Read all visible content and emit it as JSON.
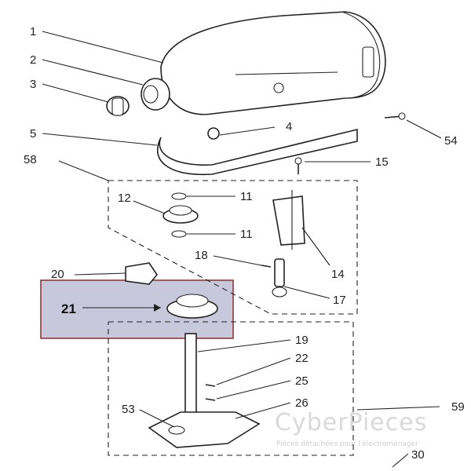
{
  "diagram": {
    "callouts": [
      "1",
      "2",
      "3",
      "4",
      "5",
      "54",
      "15",
      "58",
      "12",
      "11",
      "11",
      "14",
      "18",
      "20",
      "17",
      "21",
      "19",
      "22",
      "25",
      "26",
      "53",
      "59",
      "30"
    ],
    "highlight_label": "21",
    "colors": {
      "highlight_fill": "#c8c8dc",
      "highlight_stroke": "#8b2e2e",
      "line": "#222222",
      "watermark": "#d9d9d9"
    }
  },
  "watermark": {
    "brand": "CyberPieces",
    "tagline": "Pièces détachées pour l'électroménager"
  }
}
